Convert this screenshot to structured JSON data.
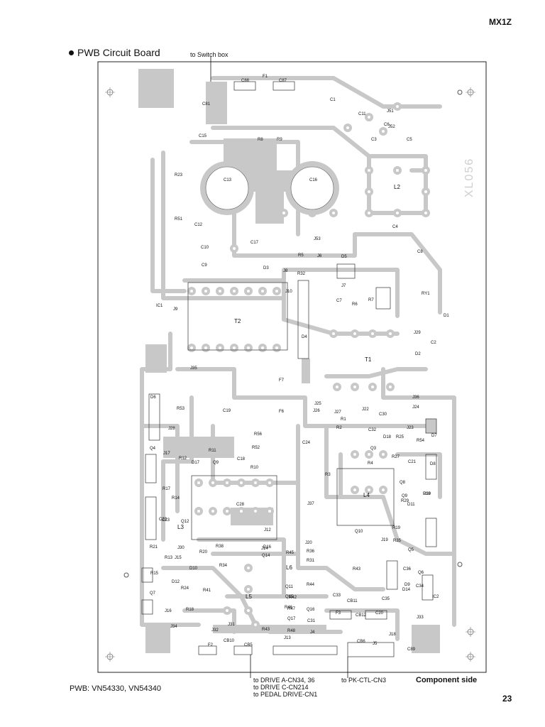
{
  "header": {
    "model": "MX1Z"
  },
  "section": {
    "title": "PWB Circuit Board"
  },
  "notes": {
    "switch_box": "to Switch box",
    "drive_a": "to DRIVE A-CN34, 36",
    "drive_c": "to DRIVE C-CN214",
    "pedal": "to PEDAL DRIVE-CN1",
    "pk_ctl": "to PK-CTL-CN3",
    "component_side": "Component side"
  },
  "footer": {
    "pwb": "PWB:  VN54330, VN54340",
    "page": "23"
  },
  "board": {
    "watermark": "XL056",
    "fill_color": "#c8c8c8",
    "labels": [
      "C88",
      "F1",
      "C87",
      "C81",
      "C1",
      "J51",
      "C11",
      "J52",
      "C6",
      "C15",
      "R8",
      "R9",
      "C3",
      "C5",
      "R23",
      "C13",
      "C16",
      "L2",
      "R51",
      "C12",
      "J53",
      "C4",
      "C10",
      "C17",
      "R5",
      "C8",
      "C9",
      "D3",
      "J8",
      "R32",
      "D5",
      "J6",
      "J10",
      "J7",
      "C7",
      "R6",
      "R7",
      "RY1",
      "IC1",
      "J9",
      "D1",
      "T2",
      "D4",
      "J29",
      "C2",
      "D2",
      "J35",
      "F7",
      "T1",
      "D6",
      "R53",
      "C19",
      "F6",
      "J25",
      "J26",
      "J27",
      "J22",
      "C30",
      "J36",
      "J24",
      "J28",
      "R1",
      "R2",
      "C32",
      "R25",
      "J23",
      "R54",
      "D7",
      "Q4",
      "J17",
      "R12",
      "R56",
      "R52",
      "R11",
      "R10",
      "D17",
      "Q9",
      "C18",
      "C24",
      "R4",
      "D18",
      "Q3",
      "R27",
      "C21",
      "D8",
      "J18",
      "R17",
      "R3",
      "L4",
      "Q8",
      "Q9",
      "R29",
      "D11",
      "R14",
      "C22",
      "Q12",
      "L3",
      "C28",
      "J37",
      "J12",
      "Q10",
      "R19",
      "C23",
      "R35",
      "J30",
      "R38",
      "J20",
      "R20",
      "J15",
      "J14",
      "Q14",
      "R45",
      "R36",
      "R31",
      "J19",
      "R39",
      "Q5",
      "R21",
      "R13",
      "R34",
      "L6",
      "R43",
      "C36",
      "Q6",
      "D10",
      "R15",
      "D12",
      "R24",
      "R41",
      "Q11",
      "R44",
      "Q15",
      "R42",
      "R46",
      "L5",
      "C33",
      "C35",
      "D14",
      "C34",
      "IC2",
      "Q7",
      "J16",
      "R18",
      "R47",
      "Q16",
      "Q17",
      "C31",
      "CB11",
      "F3",
      "CB12",
      "C20",
      "J33",
      "J34",
      "J32",
      "J31",
      "R43",
      "R48",
      "J4",
      "J18",
      "CB6",
      "J5",
      "C89",
      "F2",
      "CB10",
      "CB5",
      "J13",
      "D16",
      "D9"
    ]
  }
}
